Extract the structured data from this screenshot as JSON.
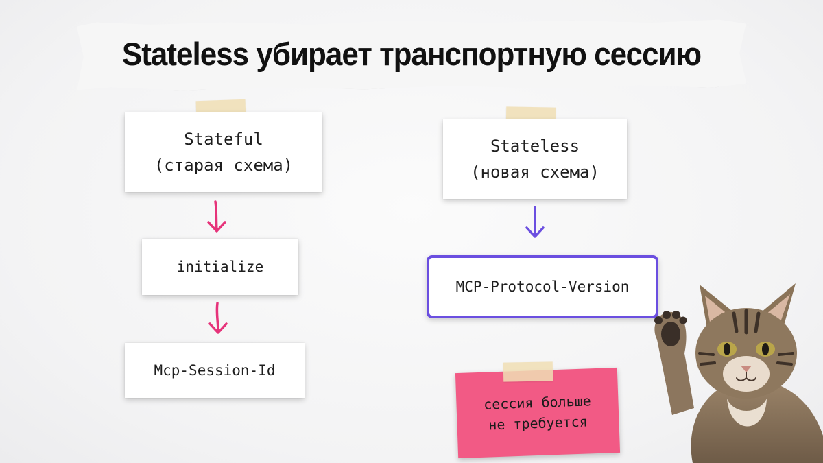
{
  "title": "Stateless убирает транспортную сессию",
  "left_column": {
    "header_line1": "Stateful",
    "header_line2": "(старая схема)",
    "step1": "initialize",
    "step2": "Mcp-Session-Id",
    "arrow_color": "#e6337a"
  },
  "right_column": {
    "header_line1": "Stateless",
    "header_line2": "(новая схема)",
    "step1": "MCP-Protocol-Version",
    "arrow_color": "#6b4fe0",
    "highlight_border": "#6b4fe0"
  },
  "note": {
    "line1": "сессия больше",
    "line2": "не требуется",
    "color": "#f25a85"
  },
  "mascot": "waving-cat-icon"
}
